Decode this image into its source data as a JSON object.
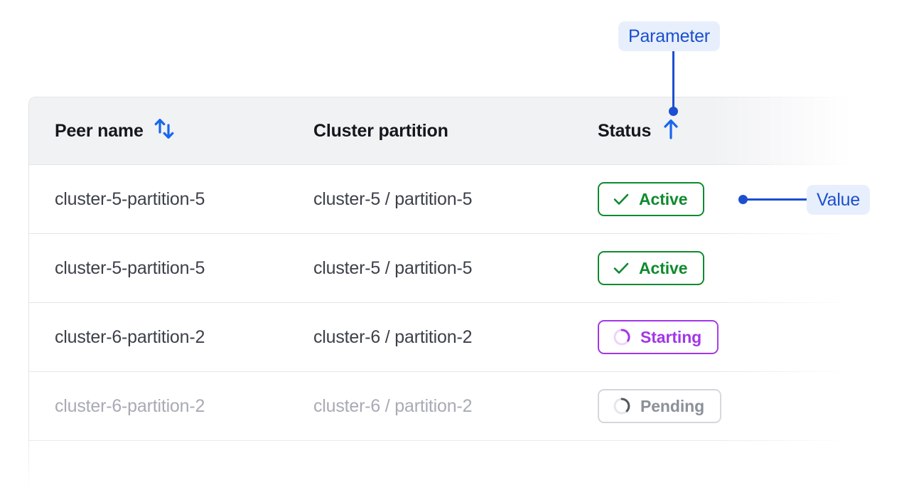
{
  "table": {
    "columns": [
      {
        "key": "peer_name",
        "label": "Peer name",
        "sort_icon": "sort-updown-icon",
        "sort_state": "unsorted"
      },
      {
        "key": "cluster_partition",
        "label": "Cluster partition",
        "sort_icon": "none",
        "sort_state": "none"
      },
      {
        "key": "status",
        "label": "Status",
        "sort_icon": "sort-up-icon",
        "sort_state": "ascending"
      }
    ],
    "rows": [
      {
        "peer_name": "cluster-5-partition-5",
        "cluster_partition": "cluster-5 / partition-5",
        "status": "Active",
        "status_kind": "active",
        "status_icon": "check-icon",
        "muted": false
      },
      {
        "peer_name": "cluster-5-partition-5",
        "cluster_partition": "cluster-5 / partition-5",
        "status": "Active",
        "status_kind": "active",
        "status_icon": "check-icon",
        "muted": false
      },
      {
        "peer_name": "cluster-6-partition-2",
        "cluster_partition": "cluster-6 / partition-2",
        "status": "Starting",
        "status_kind": "starting",
        "status_icon": "spinner-icon",
        "muted": false
      },
      {
        "peer_name": "cluster-6-partition-2",
        "cluster_partition": "cluster-6 / partition-2",
        "status": "Pending",
        "status_kind": "pending",
        "status_icon": "spinner-icon",
        "muted": true
      }
    ]
  },
  "annotations": {
    "parameter": {
      "label": "Parameter",
      "target": "status-column-header"
    },
    "value": {
      "label": "Value",
      "target": "status-badge-row-1"
    }
  },
  "colors": {
    "annotation_blue": "#1b4fd0",
    "annotation_pill_bg": "#e8effc",
    "sort_icon_blue": "#1667ee",
    "status_active_green": "#0f8a2e",
    "status_starting_purple": "#a236e8",
    "status_pending_gray": "#8b9099",
    "header_bg": "#f1f2f4",
    "row_border": "#e5e5eb",
    "text_primary": "#15171c",
    "text_body": "#3c4049",
    "text_muted": "#a7abb4"
  }
}
